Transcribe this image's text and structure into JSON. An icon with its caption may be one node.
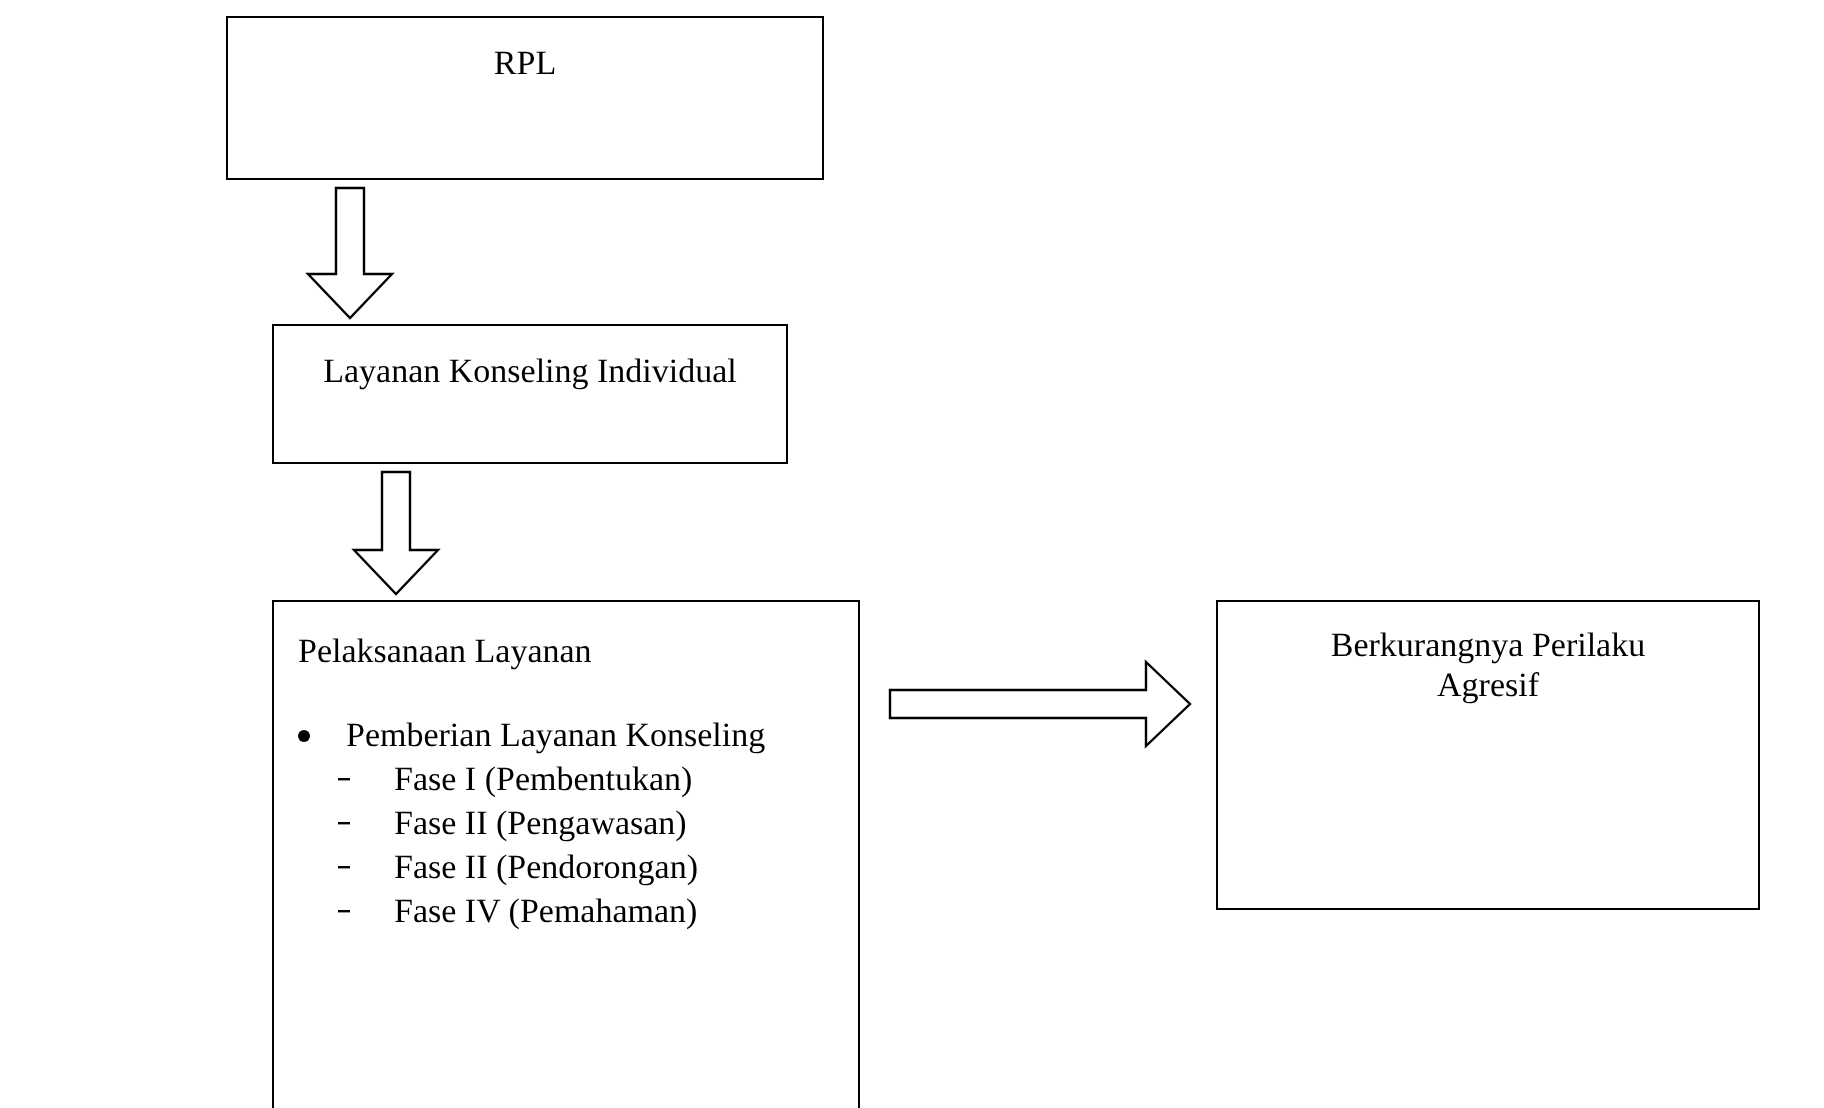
{
  "diagram": {
    "nodes": [
      {
        "text": [
          "RPL"
        ]
      },
      {
        "text": [
          "Layanan Konseling Individual"
        ]
      },
      {
        "text": [
          "Pelaksanaan Layanan",
          "Pemberian Layanan Konseling",
          "Fase I (Pembentukan)",
          "Fase II (Pengawasan)",
          "Fase II (Pendorongan)",
          "Fase IV (Pemahaman)"
        ]
      },
      {
        "text": [
          "Berkurangnya Perilaku Agresif"
        ]
      }
    ],
    "edges": [
      {
        "from": 0,
        "to": 1,
        "arrow": "to"
      },
      {
        "from": 1,
        "to": 2,
        "arrow": "to"
      },
      {
        "from": 2,
        "to": 3,
        "arrow": "to"
      }
    ]
  }
}
